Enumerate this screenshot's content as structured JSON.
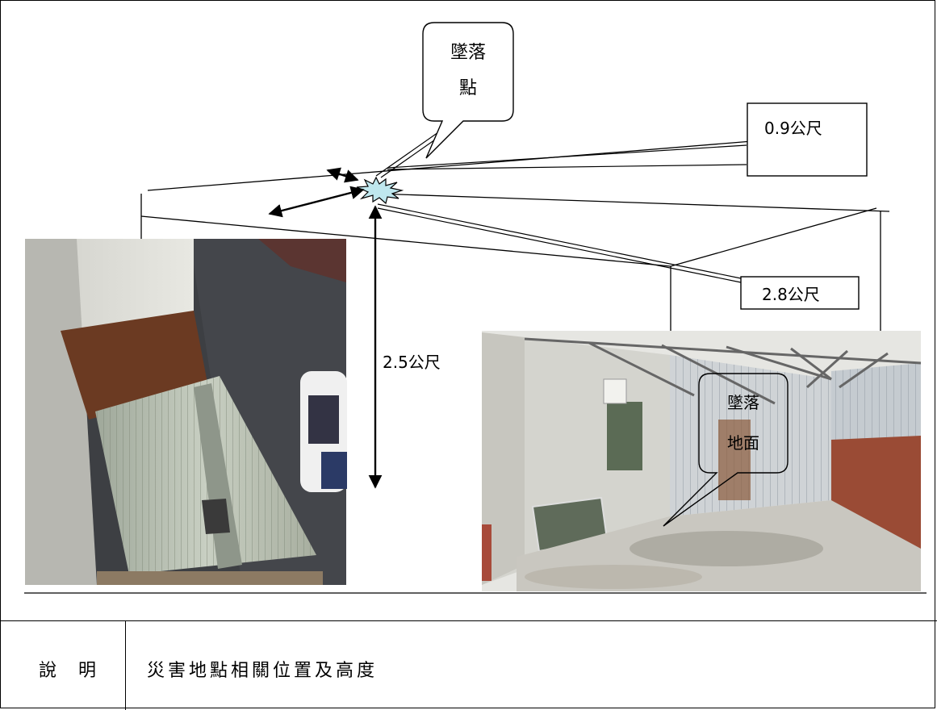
{
  "diagram": {
    "callout_fall_point": [
      "墜落",
      "點"
    ],
    "callout_fall_ground": [
      "墜落",
      "地面"
    ],
    "label_09": "0.9公尺",
    "label_28": "2.8公尺",
    "label_25": "2.5公尺"
  },
  "caption": {
    "label": "說 明",
    "text": "災害地點相關位置及高度"
  },
  "colors": {
    "burst_fill": "#bfe7ee",
    "line": "#000000"
  }
}
